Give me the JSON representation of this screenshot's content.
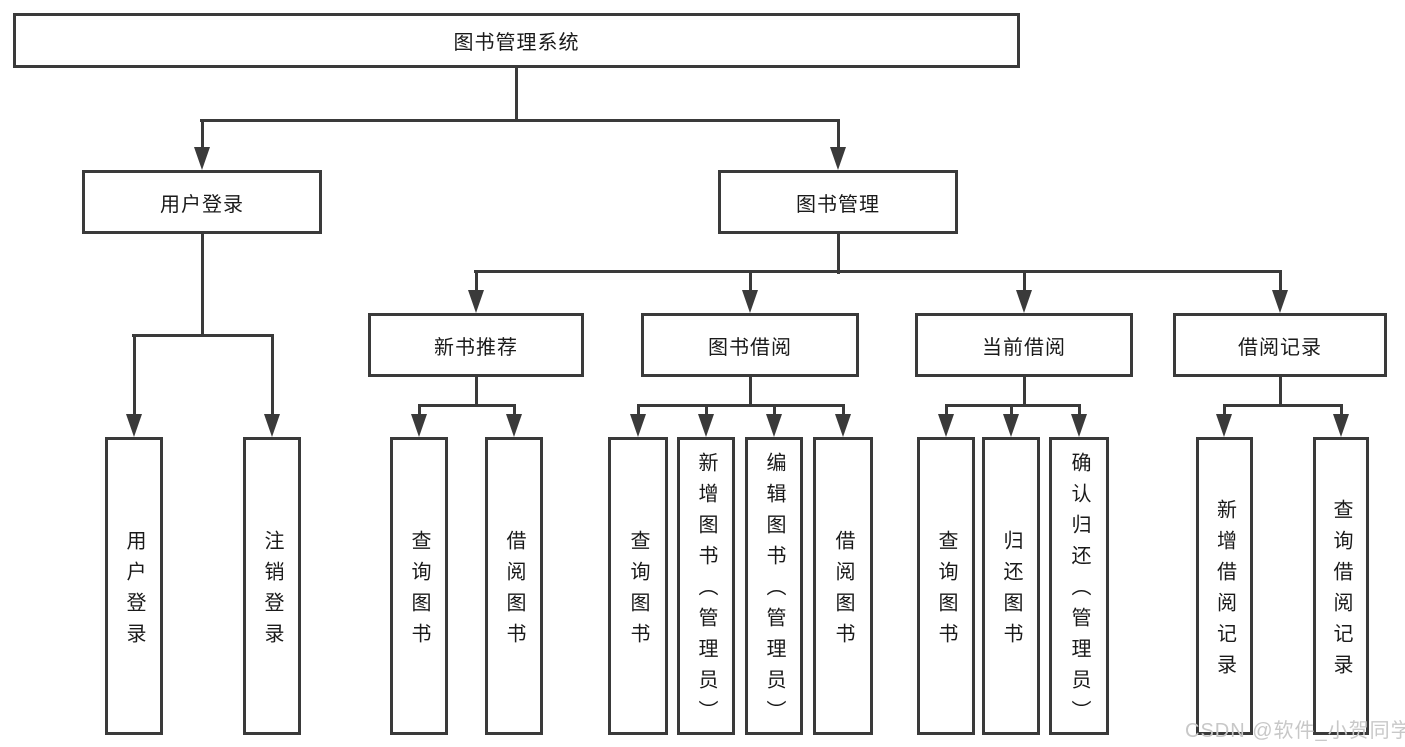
{
  "colors": {
    "line": "#3a3a3a",
    "box_border": "#3a3a3a",
    "text": "#1a1a1a",
    "watermark": "#c8c8c8",
    "background": "#ffffff"
  },
  "watermark": {
    "text": "CSDN @软件_小贺同学"
  },
  "tree": {
    "root": {
      "label": "图书管理系统",
      "children": [
        {
          "label": "用户登录",
          "children": [
            {
              "label": "用户登录"
            },
            {
              "label": "注销登录"
            }
          ]
        },
        {
          "label": "图书管理",
          "children": [
            {
              "label": "新书推荐",
              "children": [
                {
                  "label": "查询图书"
                },
                {
                  "label": "借阅图书"
                }
              ]
            },
            {
              "label": "图书借阅",
              "children": [
                {
                  "label": "查询图书"
                },
                {
                  "label": "新增图书（管理员）"
                },
                {
                  "label": "编辑图书（管理员）"
                },
                {
                  "label": "借阅图书"
                }
              ]
            },
            {
              "label": "当前借阅",
              "children": [
                {
                  "label": "查询图书"
                },
                {
                  "label": "归还图书"
                },
                {
                  "label": "确认归还（管理员）"
                }
              ]
            },
            {
              "label": "借阅记录",
              "children": [
                {
                  "label": "新增借阅记录"
                },
                {
                  "label": "查询借阅记录"
                }
              ]
            }
          ]
        }
      ]
    }
  }
}
